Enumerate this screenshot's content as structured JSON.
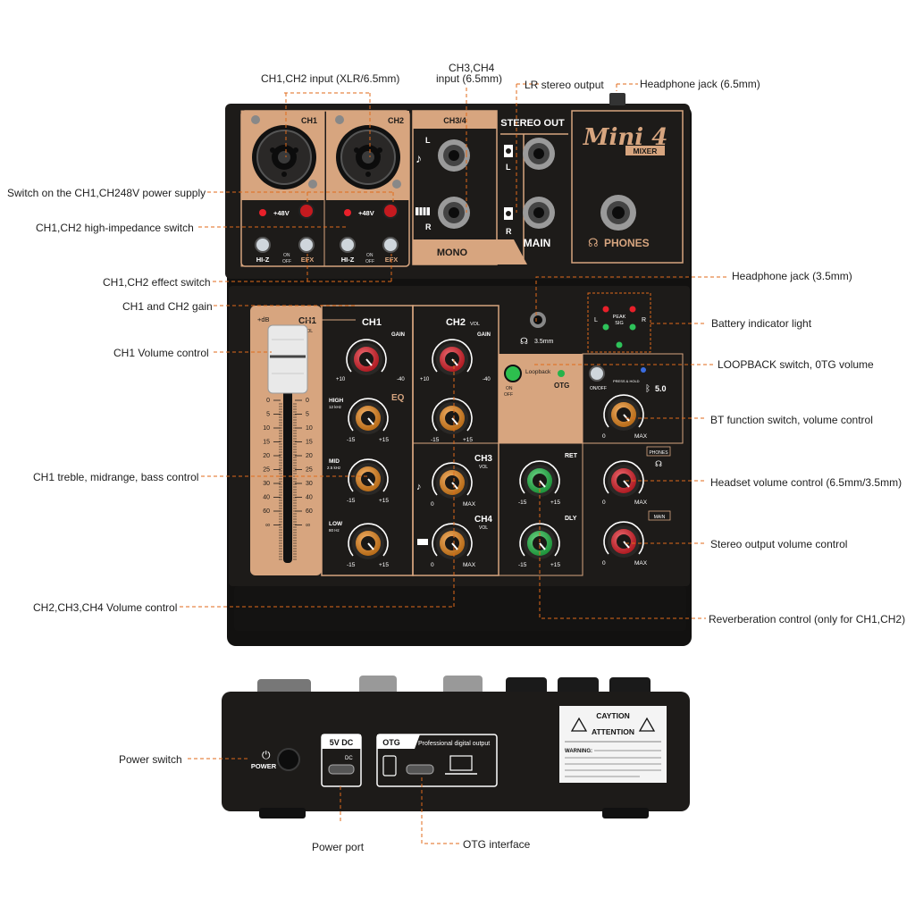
{
  "colors": {
    "panel": "#1d1b19",
    "accent": "#d7a57f",
    "leader": "#e06a1a",
    "knob_red": "#e8202a",
    "knob_orange": "#f28c1c",
    "knob_green": "#23c24a"
  },
  "callouts": {
    "left": {
      "ch12_input": "CH1,CH2 input (XLR/6.5mm)",
      "phantom": "Switch on the CH1,CH248V power supply",
      "hiz": "CH1,CH2 high-impedance switch",
      "effect": "CH1,CH2 effect switch",
      "gain": "CH1 and CH2 gain",
      "volume": "CH1 Volume control",
      "eq": "CH1 treble, midrange, bass control",
      "ch234": "CH2,CH3,CH4 Volume control",
      "power_switch": "Power switch",
      "power_port": "Power port",
      "otg_interface": "OTG interface"
    },
    "top": {
      "ch34_input_line1": "CH3,CH4",
      "ch34_input_line2": "input (6.5mm)",
      "lr_out": "LR stereo output",
      "phones_jack": "Headphone jack (6.5mm)"
    },
    "right": {
      "phones_35": "Headphone jack (3.5mm)",
      "battery": "Battery indicator light",
      "loopback": "LOOPBACK switch, 0TG volume",
      "bt": "BT function switch, volume control",
      "headset": "Headset volume control (6.5mm/3.5mm)",
      "stereo": "Stereo output volume control",
      "reverb": "Reverberation control (only for CH1,CH2)"
    }
  },
  "panel": {
    "ch1": "CH1",
    "ch2": "CH2",
    "ch34": "CH3/4",
    "stereo_out": "STEREO OUT",
    "logo": "Mini 4",
    "logo_sub": "MIXER",
    "p48v": "+48V",
    "hiz": "HI-Z",
    "efx": "EFX",
    "on": "ON",
    "off": "OFF",
    "mono": "MONO",
    "main": "MAIN",
    "phones": "PHONES",
    "L": "L",
    "R": "R",
    "gain": "GAIN",
    "eq": "EQ",
    "high": "HIGH",
    "high_f": "12 kHz",
    "mid": "MID",
    "mid_f": "2.5 kHz",
    "low": "LOW",
    "low_f": "80 Hz",
    "vol": "VOL",
    "ch3": "CH3",
    "ch4": "CH4",
    "db": "+dB",
    "m15": "-15",
    "p15": "+15",
    "zero": "0",
    "max": "MAX",
    "plus10": "+10",
    "minus40": "-40",
    "ret": "RET",
    "dly": "DLY",
    "loopback": "Loopback",
    "otg": "OTG",
    "peak": "PEAK",
    "sig": "SIG",
    "onoff": "ON/OFF",
    "press_hold": "PRESS & HOLD",
    "bt_ver": "5.0",
    "phones_small": "PHONES",
    "main_small": "MAIN",
    "jack35": "3.5mm",
    "fader_scale": [
      "0",
      "5",
      "10",
      "15",
      "20",
      "25",
      "30",
      "40",
      "60",
      "∞"
    ]
  },
  "rear": {
    "power": "POWER",
    "dc_title": "5V DC",
    "dc": "DC",
    "otg_title": "OTG",
    "otg_desc": "Professional digital output",
    "caution": "CAYTION",
    "attention": "ATTENTION",
    "warning": "WARNING:"
  }
}
